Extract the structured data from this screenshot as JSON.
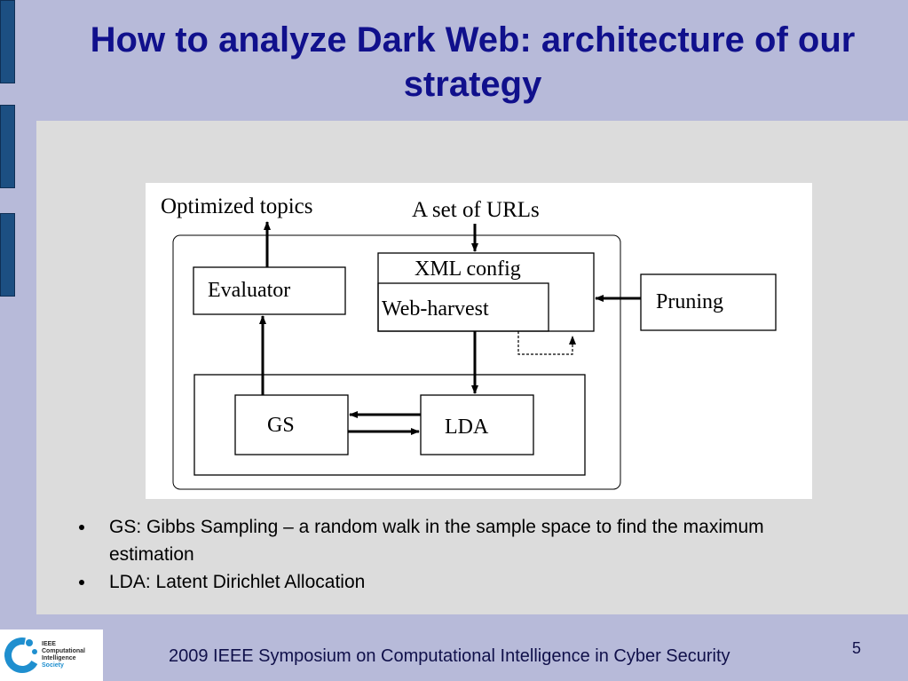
{
  "slide": {
    "title": "How to analyze Dark Web: architecture of our strategy",
    "page_number": "5",
    "footer": "2009 IEEE Symposium on Computational Intelligence in Cyber Security"
  },
  "diagram": {
    "labels": {
      "output": "Optimized topics",
      "input": "A set of URLs",
      "evaluator": "Evaluator",
      "xml_config": "XML config",
      "web_harvest": "Web-harvest",
      "pruning": "Pruning",
      "gs": "GS",
      "lda": "LDA"
    }
  },
  "bullets": [
    "GS: Gibbs Sampling – a random walk in the sample space to find the maximum estimation",
    "LDA: Latent Dirichlet Allocation"
  ],
  "logo": {
    "text": "IEEE\nComputational\nIntelligence",
    "society": "Society"
  }
}
